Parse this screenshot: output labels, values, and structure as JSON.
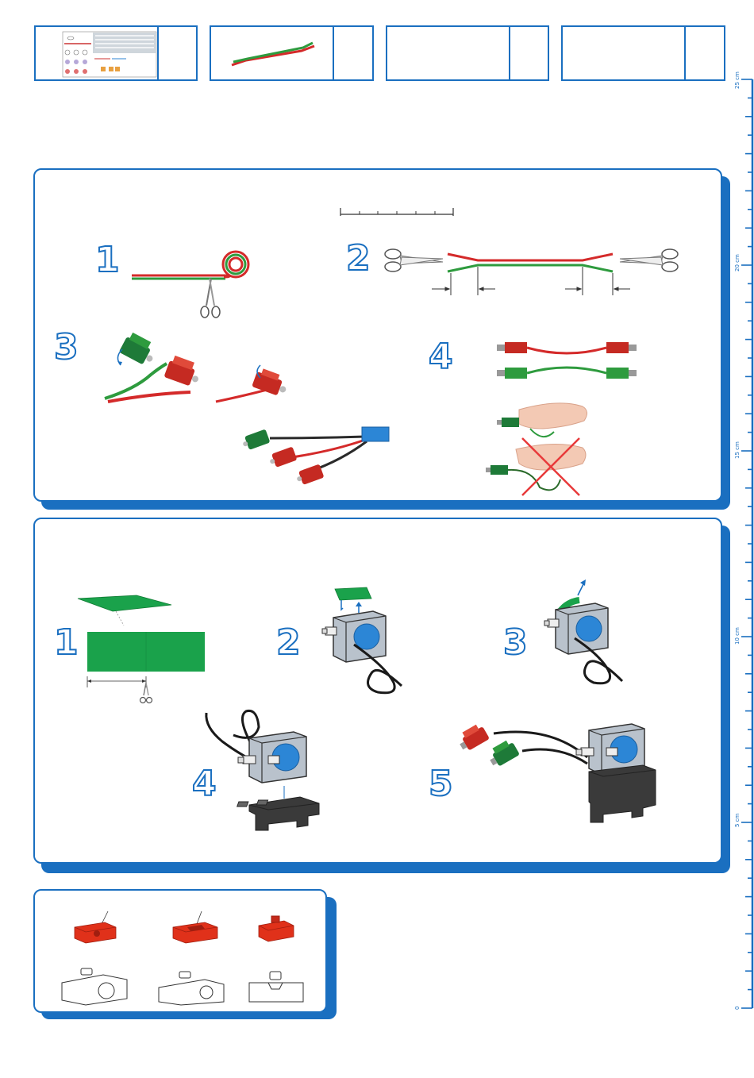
{
  "ruler": {
    "labels": [
      "25 cm",
      "20 cm",
      "15 cm",
      "10 cm",
      "5 cm",
      "0"
    ]
  },
  "section_cable": {
    "steps": [
      "1",
      "2",
      "3",
      "4"
    ]
  },
  "section_magnet": {
    "steps": [
      "1",
      "2",
      "3",
      "4",
      "5"
    ]
  },
  "colors": {
    "accent": "#1a6fc0",
    "red": "#d42a2a",
    "green": "#2e9b3e",
    "step_green": "#1aa24b",
    "solenoid_blue": "#2c86d6",
    "base_black": "#3a3a3a",
    "brick_red": "#e0311a"
  },
  "icons": [
    "scissors-icon",
    "cross-icon",
    "arrow-icon"
  ]
}
